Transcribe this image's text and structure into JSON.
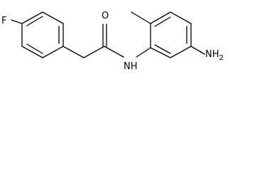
{
  "structure": {
    "atoms": {
      "fluorine": "F",
      "carbonyl_oxygen": "O",
      "amide_nh": "NH",
      "amine": "NH",
      "amine_subscript": "2"
    }
  }
}
